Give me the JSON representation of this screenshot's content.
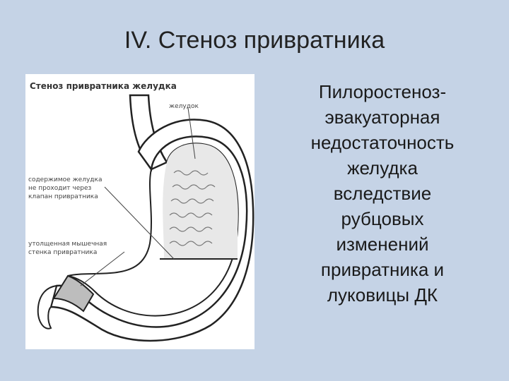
{
  "slide": {
    "title": "IV.  Стеноз привратника"
  },
  "figure": {
    "caption": "Стеноз привратника желудка",
    "labels": {
      "stomach": "желудок",
      "contents": [
        "содержимое желудка",
        "не проходит через",
        "клапан привратника"
      ],
      "wall": [
        "утолщенная мышечная",
        "стенка привратника"
      ]
    }
  },
  "description": {
    "lines": [
      "Пилоростеноз-",
      "эвакуаторная",
      "недостаточность",
      "желудка",
      "вследствие",
      "рубцовых",
      "изменений",
      "привратника и",
      "луковицы ДК"
    ]
  }
}
